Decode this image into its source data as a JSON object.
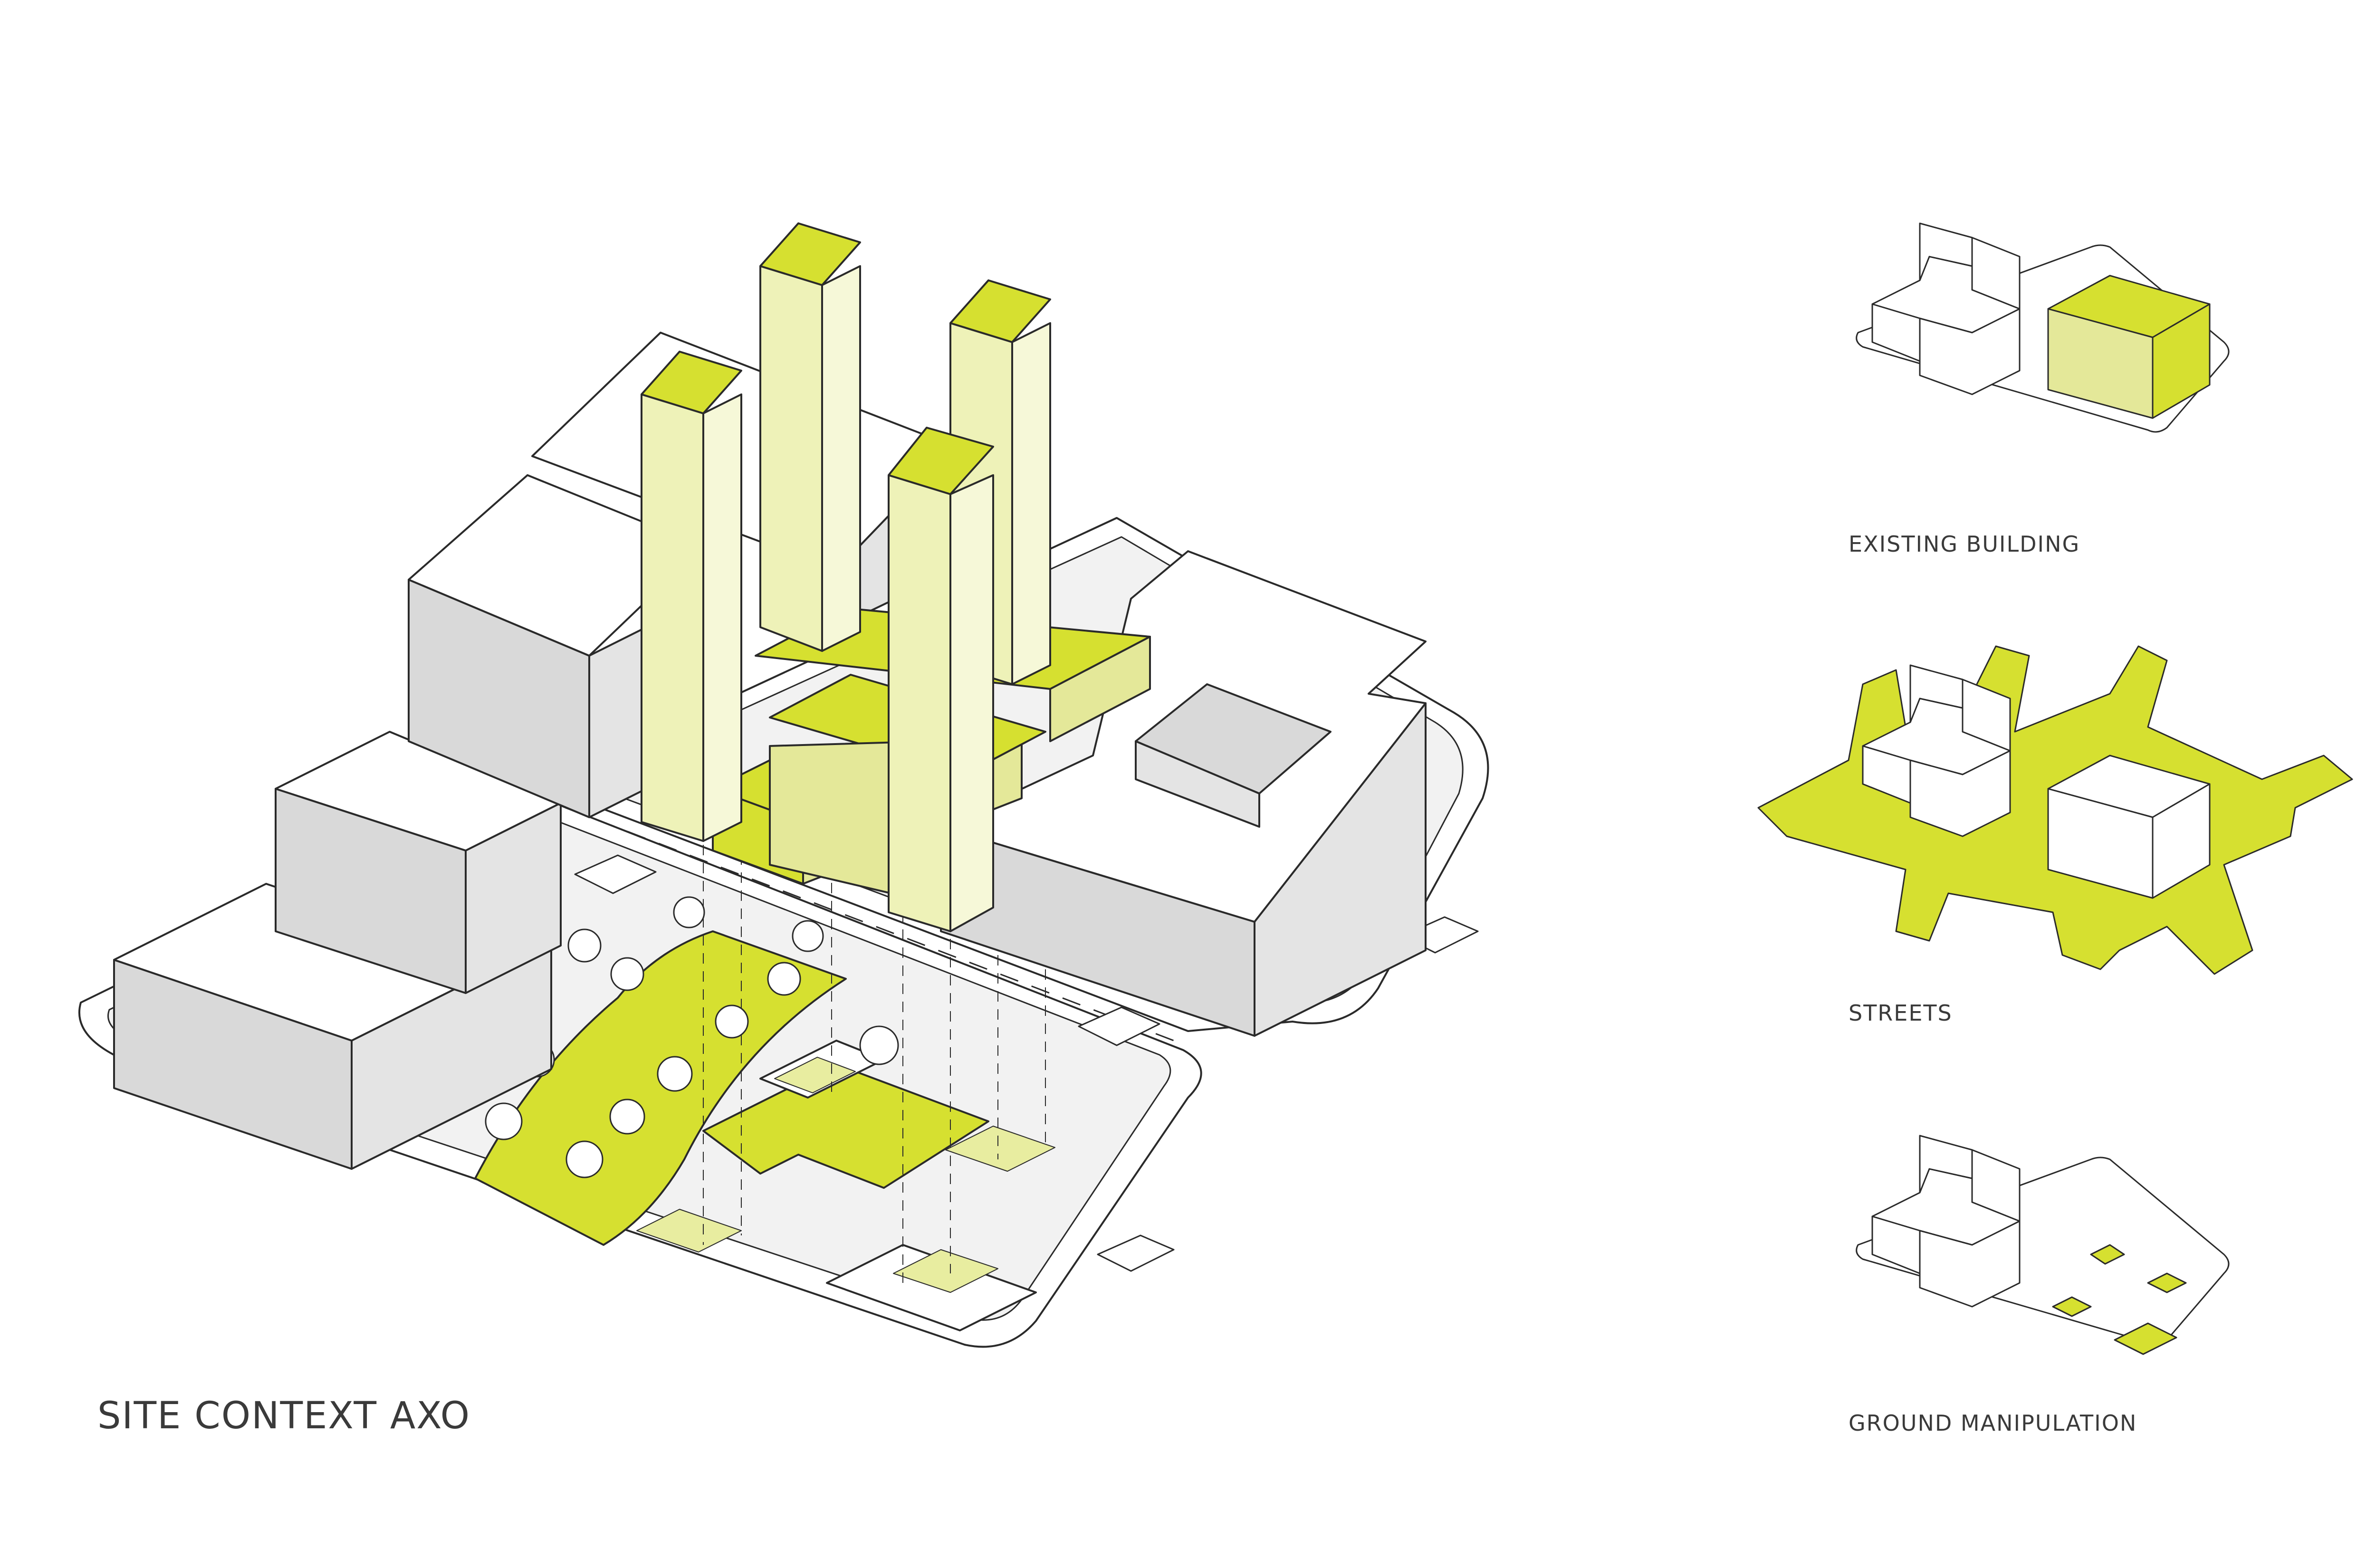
{
  "labels": {
    "main_title": "SITE CONTEXT AXO",
    "panel_existing": "EXISTING BUILDING",
    "panel_streets": "STREETS",
    "panel_ground": "GROUND MANIPULATION"
  },
  "colors": {
    "accent": "#d6e030",
    "accent_light": "#e8eda0",
    "tower_front": "#eef2b8",
    "tower_side": "#f6f8d8",
    "building_top": "#ffffff",
    "building_side": "#d9d9d9",
    "ground": "#f2f2f2",
    "line": "#2a2a2a"
  }
}
